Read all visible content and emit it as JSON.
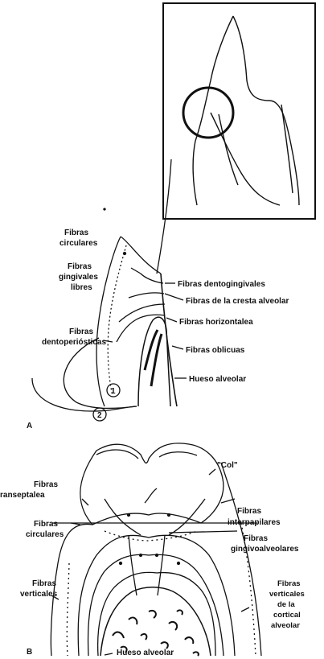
{
  "panel_a": {
    "label": "A",
    "circle_1": "1",
    "circle_2": "2",
    "labels_left": {
      "circulares_1": "Fibras",
      "circulares_2": "circulares",
      "gingivales_1": "Fibras",
      "gingivales_2": "gingivales",
      "gingivales_3": "libres",
      "dentoperiosticas_1": "Fibras",
      "dentoperiosticas_2": "dentoperiósticas"
    },
    "labels_right": {
      "dentogingivales": "Fibras dentogingivales",
      "cresta": "Fibras de la cresta alveolar",
      "horizontales": "Fibras horizontalea",
      "oblicuas": "Fibras oblicuas",
      "hueso": "Hueso alveolar"
    }
  },
  "panel_b": {
    "label": "B",
    "col": "\"Col\"",
    "transeptales_1": "Fibras",
    "transeptales_2": "ranseptalea",
    "interpapilares_1": "Fibras",
    "interpapilares_2": "interpapilares",
    "circulares_1": "Fibras",
    "circulares_2": "circulares",
    "gingivoalveolares_1": "Fibras",
    "gingivoalveolares_2": "gingivoalveolares",
    "verticales_1": "Fibras",
    "verticales_2": "verticales",
    "cortical_1": "Fibras",
    "cortical_2": "verticales",
    "cortical_3": "de la",
    "cortical_4": "cortical",
    "cortical_5": "alveolar",
    "hueso": "Hueso alveolar"
  }
}
